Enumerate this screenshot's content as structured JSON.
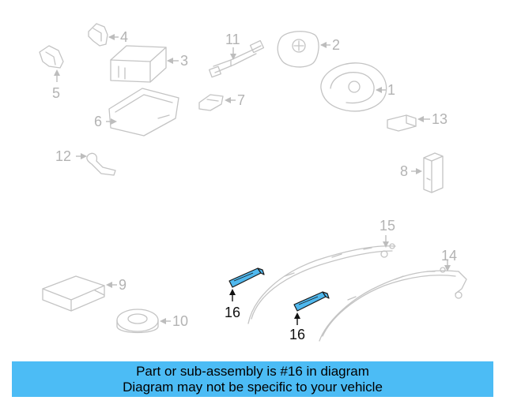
{
  "diagram": {
    "callouts": {
      "c1": "1",
      "c2": "2",
      "c3": "3",
      "c4": "4",
      "c5": "5",
      "c6": "6",
      "c7": "7",
      "c8": "8",
      "c9": "9",
      "c10": "10",
      "c11": "11",
      "c12": "12",
      "c13": "13",
      "c14": "14",
      "c15": "15",
      "c16a": "16",
      "c16b": "16"
    },
    "highlight_color": "#4fb8ee",
    "part_color": "#c4c4c4"
  },
  "banner": {
    "line1": "Part or sub-assembly is #16 in diagram",
    "line2": "Diagram may not be specific to your vehicle",
    "color": "#4cbcf5"
  }
}
